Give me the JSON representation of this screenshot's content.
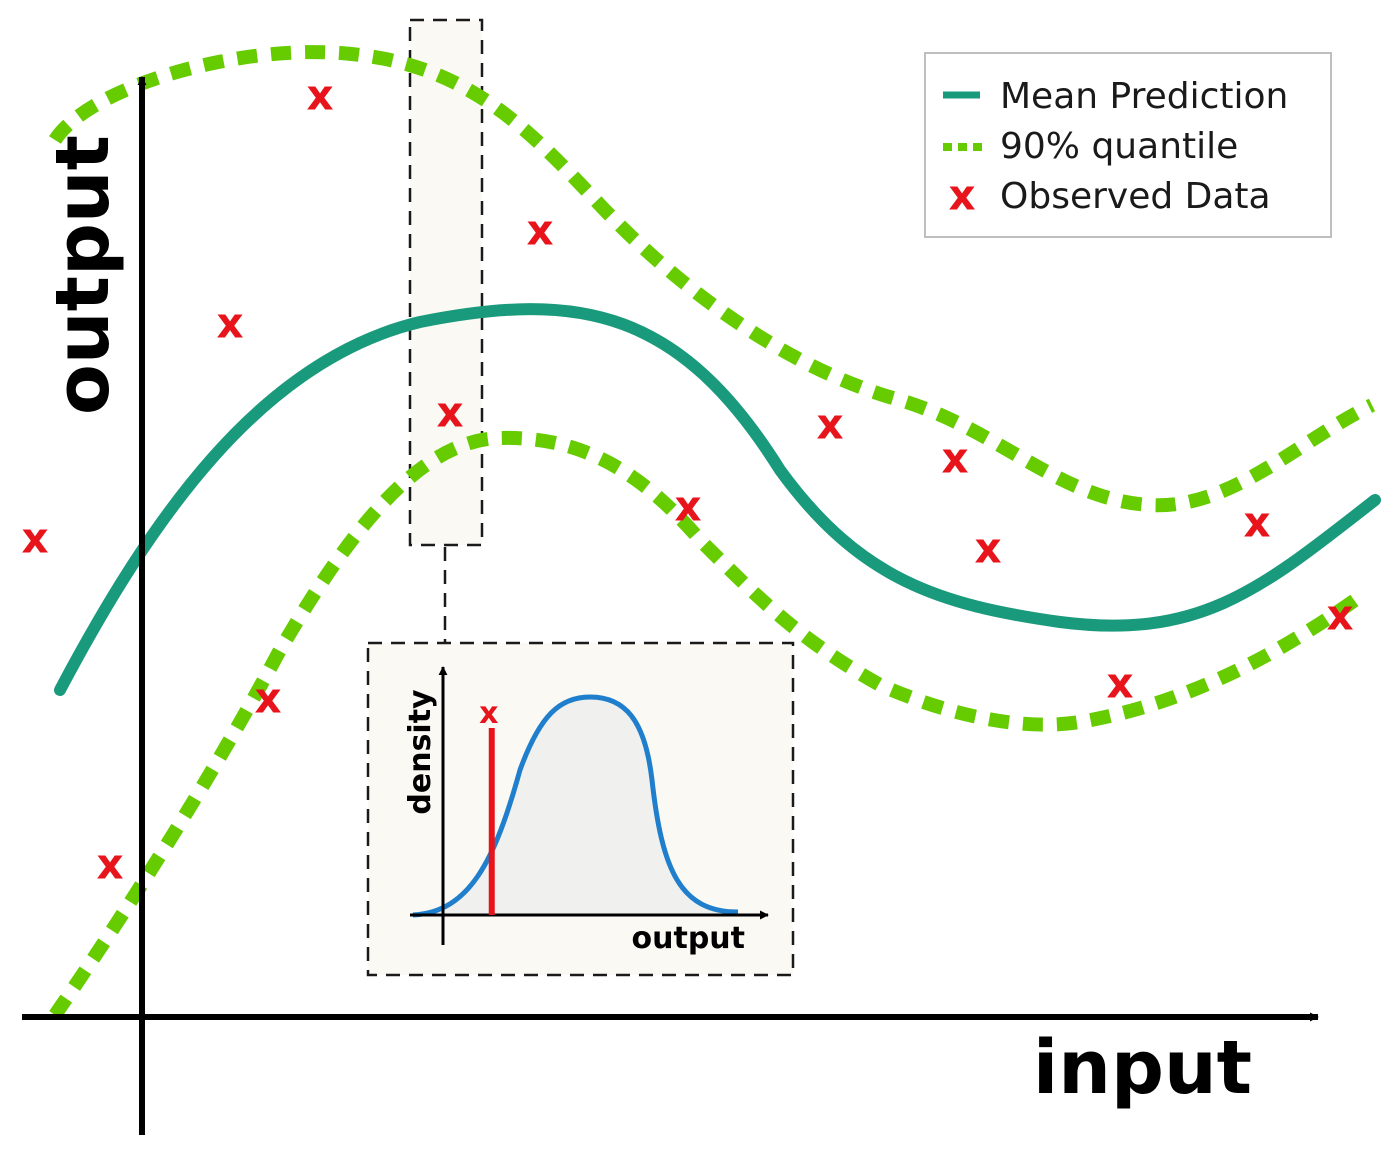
{
  "colors": {
    "mean": "#1a9a7c",
    "quantile": "#66cc00",
    "observed": "#e8141c",
    "density": "#1f7fcc",
    "density_fill": "#f0f0ee",
    "inset_bg": "#faf9f4",
    "axis": "#000000"
  },
  "axes": {
    "x_label": "input",
    "y_label": "output"
  },
  "legend": {
    "items": [
      {
        "label": "Mean Prediction",
        "style": "solid-line"
      },
      {
        "label": "90% quantile",
        "style": "dotted-line"
      },
      {
        "label": "Observed Data",
        "style": "x-marker"
      }
    ]
  },
  "observed_marker_glyph": "x",
  "inset": {
    "x_label": "output",
    "y_label": "density",
    "observation_label": "x",
    "observation_position": 0.15
  }
}
